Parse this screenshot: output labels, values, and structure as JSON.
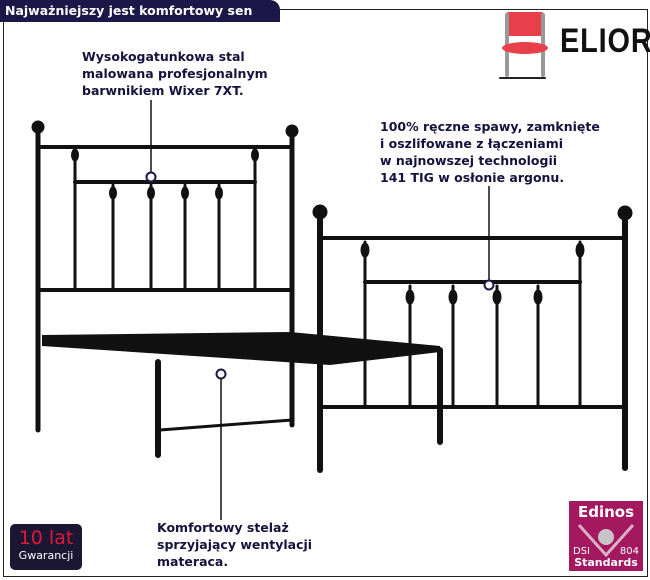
{
  "header": {
    "title": "Najważniejszy jest komfortowy sen"
  },
  "brand": {
    "name": "ELIOR",
    "accent": "#e8404b"
  },
  "callouts": [
    {
      "lines": [
        "Wysokogatunkowa stal",
        "malowana profesjonalnym",
        "barwnikiem Wixer 7XT."
      ]
    },
    {
      "lines": [
        "100% ręczne spawy, zamknięte",
        "i oszlifowane z łączeniami",
        "w najnowszej technologii",
        "141 TIG w osłonie argonu."
      ]
    },
    {
      "lines": [
        "Komfortowy stelaż",
        "sprzyjający wentylacji",
        "materaca."
      ]
    }
  ],
  "badges": {
    "warranty": {
      "big": "10 lat",
      "small": "Gwarancji"
    },
    "edinos": {
      "name": "Edinos",
      "left": "DSI",
      "right": "804",
      "bottom": "Standards"
    }
  }
}
